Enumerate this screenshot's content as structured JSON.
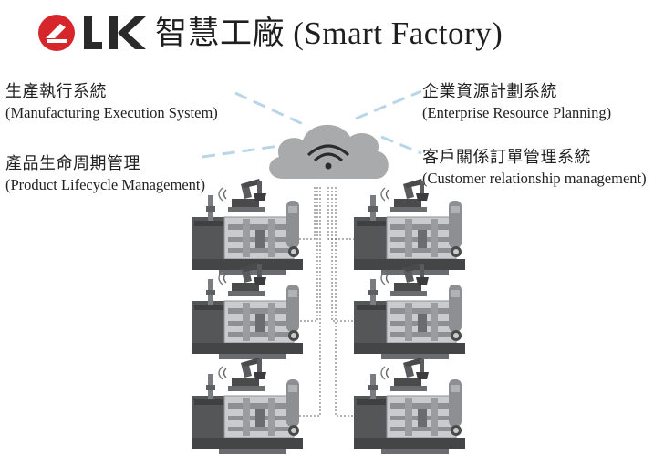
{
  "header": {
    "logo_text": "LK",
    "title": "智慧工廠 (Smart Factory)"
  },
  "systems": {
    "mes": {
      "name_zh": "生產執行系統",
      "name_en": "(Manufacturing Execution System)"
    },
    "plm": {
      "name_zh": "產品生命周期管理",
      "name_en": "(Product Lifecycle Management)"
    },
    "erp": {
      "name_zh": "企業資源計劃系統",
      "name_en": "(Enterprise Resource Planning)"
    },
    "crm": {
      "name_zh": "客戶關係訂單管理系統",
      "name_en": "(Customer relationship management)"
    }
  },
  "diagram": {
    "hub": "cloud-wifi-icon",
    "machine_count": 6,
    "colors": {
      "logo_red": "#d6262b",
      "logo_dark": "#2a2a2a",
      "cloud": "#a9aaac",
      "signal_dash": "#b9d6e8",
      "machine_dark": "#4a4a4a",
      "machine_mid": "#8d8f93",
      "machine_light": "#c9cbce"
    }
  }
}
